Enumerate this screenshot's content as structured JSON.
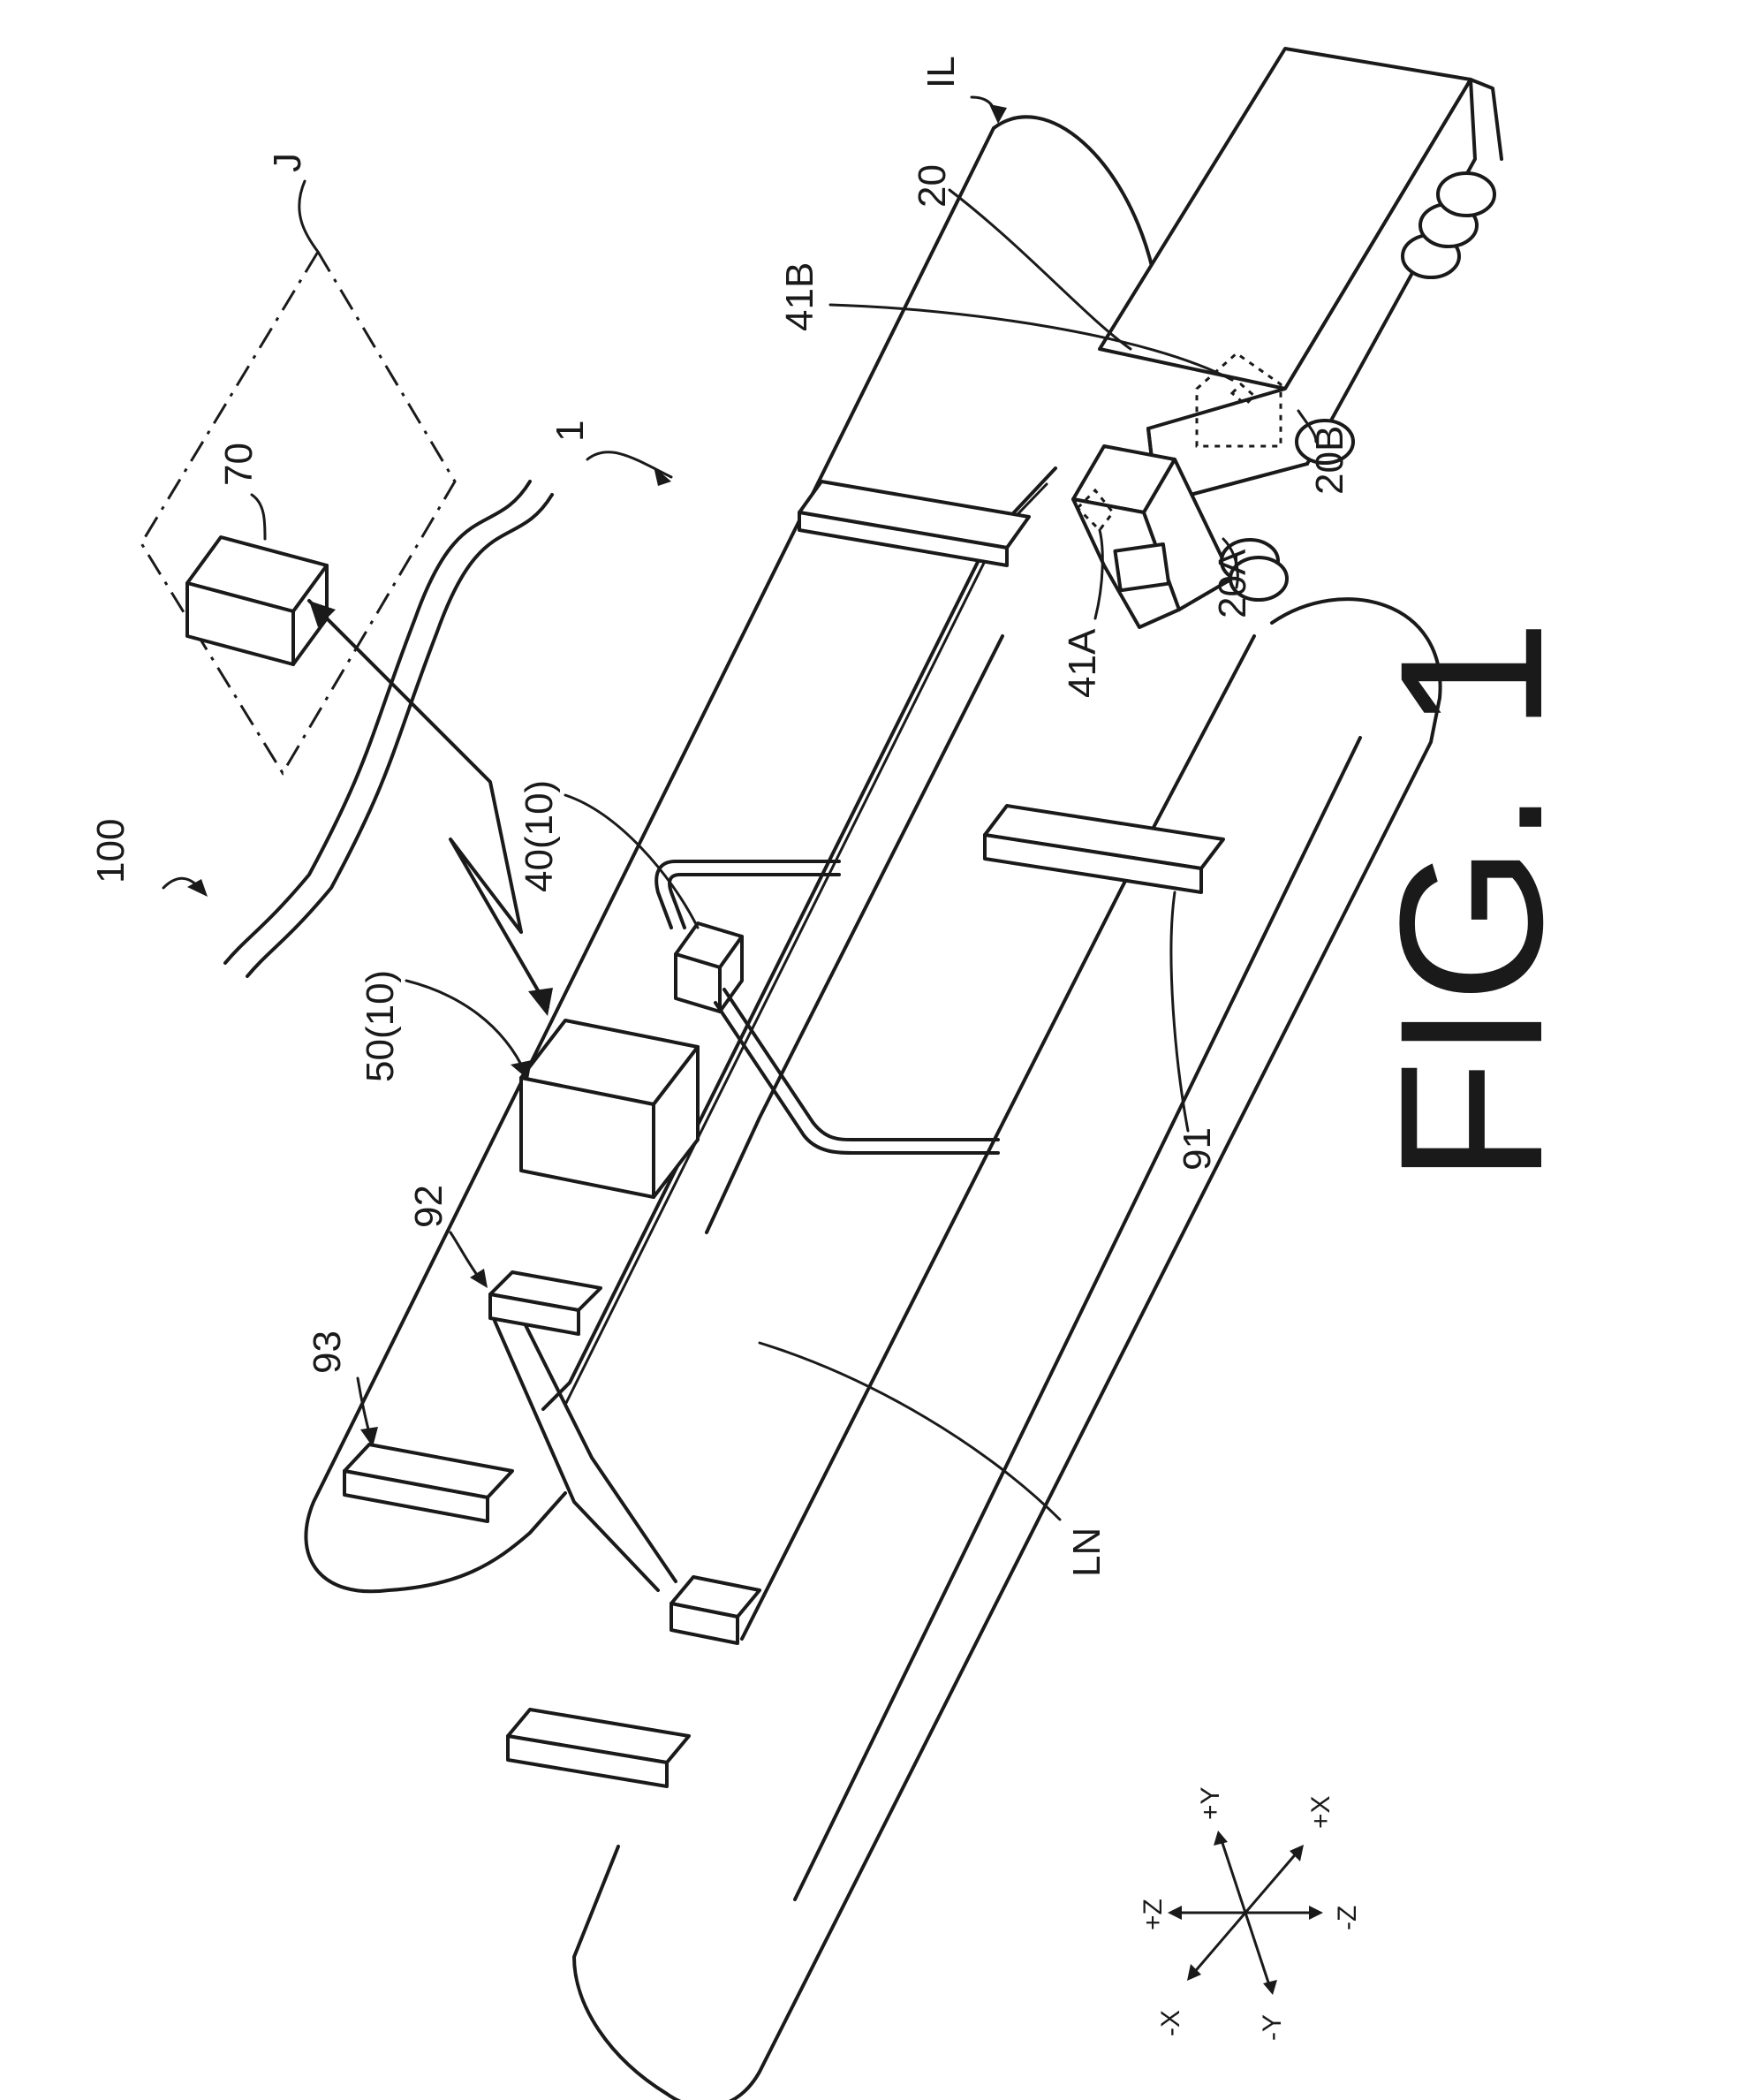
{
  "figure_title": "FIG. 1",
  "labels": {
    "system": "100",
    "site": "1",
    "remote": "J",
    "server": "70",
    "lane_loop": "IL",
    "lane": "LN",
    "vehicle": "20",
    "cab": "20A",
    "trailer": "20B",
    "tag_a": "41A",
    "tag_b": "41B",
    "reader": "40(10)",
    "controller": "50(10)",
    "pillar": "91",
    "gate": "92",
    "post": "93"
  },
  "axes": {
    "pz": "+Z",
    "nz": "-Z",
    "px": "+X",
    "nx": "-X",
    "py": "+Y",
    "ny": "-Y"
  }
}
